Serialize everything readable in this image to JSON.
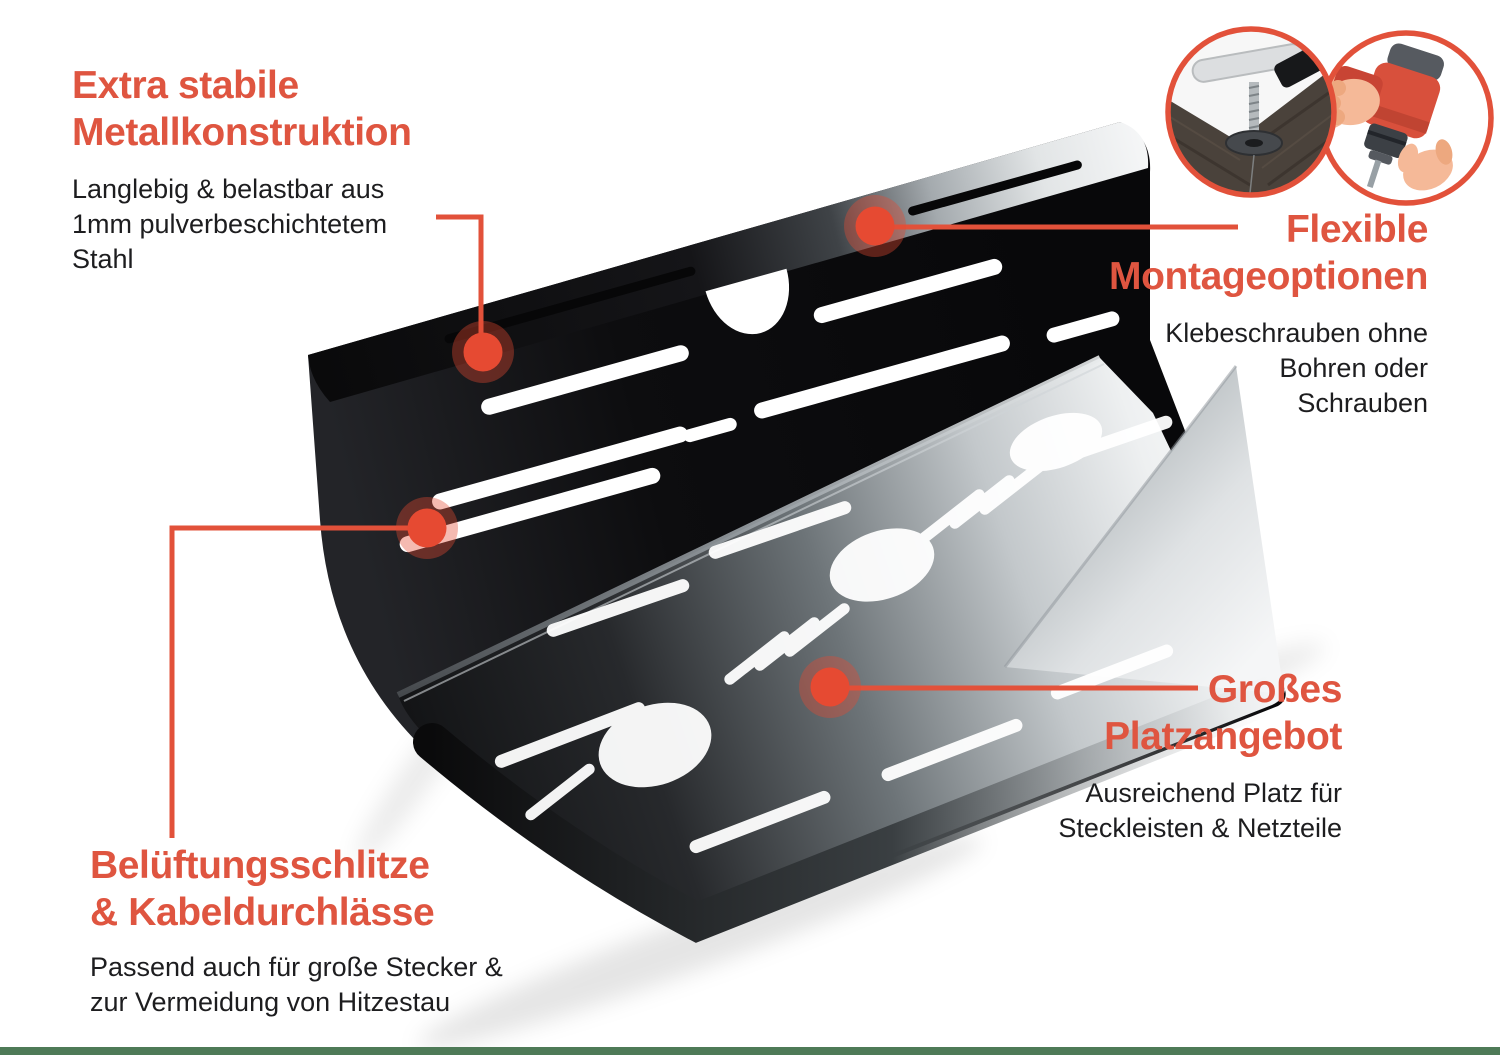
{
  "page": {
    "background_color": "#ffffff",
    "accent_color": "#e2513a",
    "footer_bar_color": "#4e7a57"
  },
  "callouts": {
    "metall": {
      "heading_line1": "Extra stabile",
      "heading_line2": "Metallkonstruktion",
      "body_line1": "Langlebig & belastbar aus",
      "body_line2": "1mm pulverbeschichtetem",
      "body_line3": "Stahl"
    },
    "montage": {
      "heading_line1": "Flexible",
      "heading_line2": "Montageoptionen",
      "body_line1": "Klebeschrauben ohne",
      "body_line2": "Bohren oder",
      "body_line3": "Schrauben"
    },
    "platz": {
      "heading_line1": "Großes",
      "heading_line2": "Platzangebot",
      "body_line1": "Ausreichend Platz für",
      "body_line2": "Steckleisten & Netzteile"
    },
    "lueftung": {
      "heading_line1": "Belüftungsschlitze",
      "heading_line2": "& Kabeldurchlässe",
      "body_line1": "Passend auch für große Stecker &",
      "body_line2": "zur Vermeidung von Hitzestau"
    }
  },
  "insets": {
    "left_icon": "screw-clamp-mount-photo",
    "right_icon": "hand-drill-illustration"
  },
  "product_colors": {
    "tray_black": "#101012",
    "tray_silver": "#eef0f1",
    "callout_dot": "#e64a32"
  }
}
